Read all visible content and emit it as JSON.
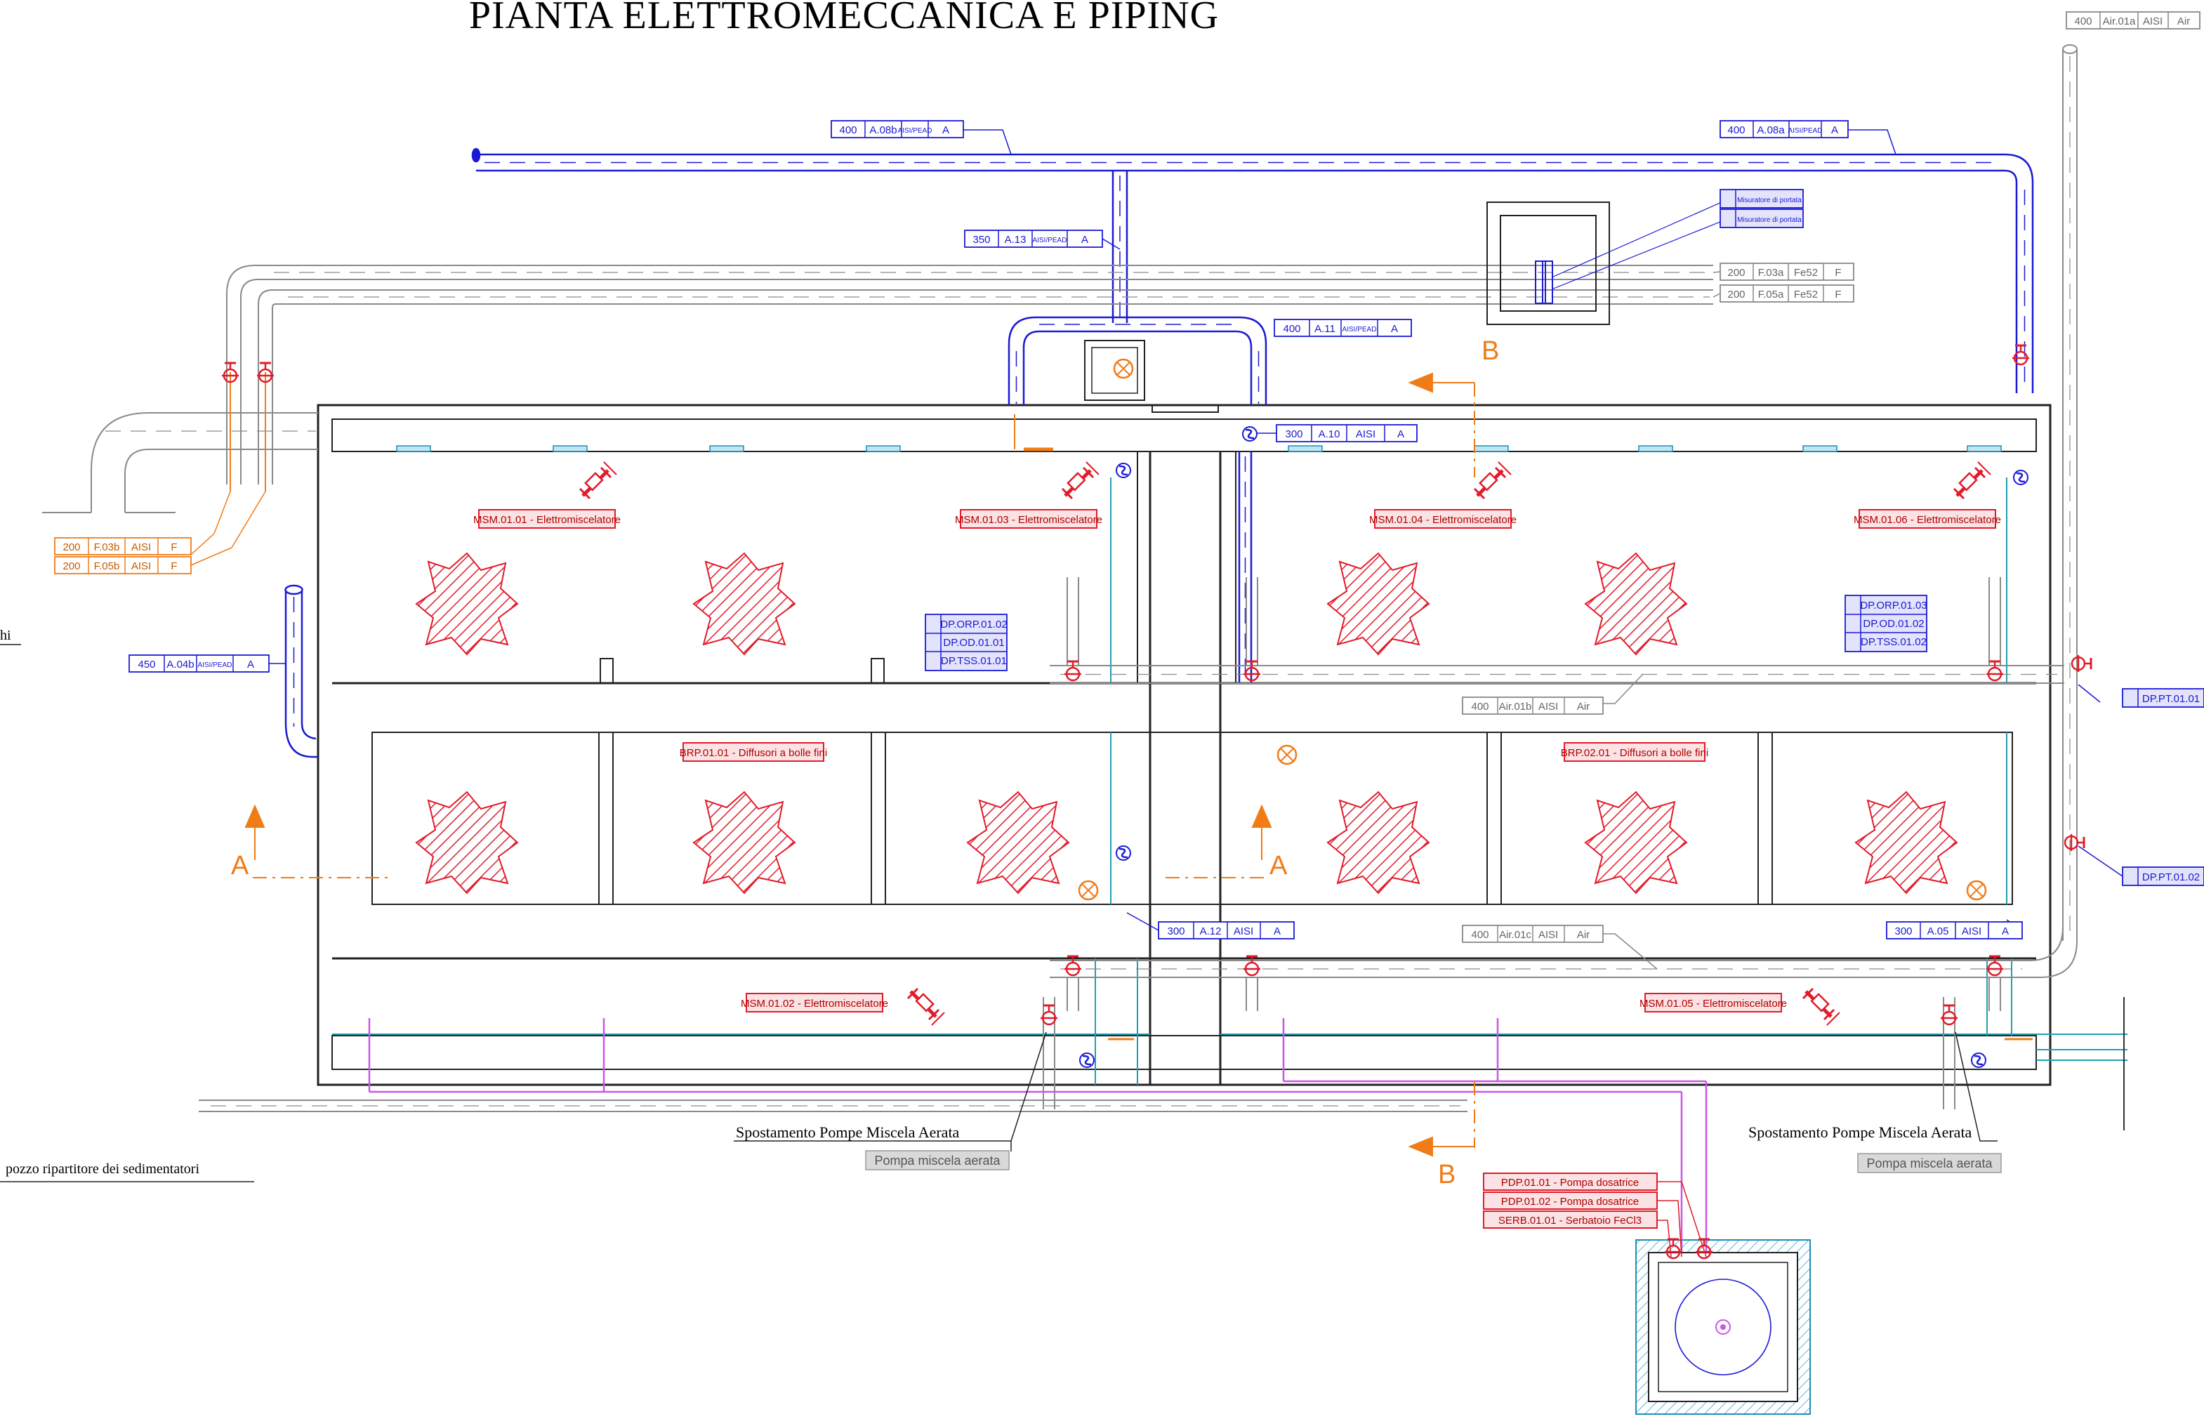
{
  "title": "PIANTA ELETTROMECCANICA E PIPING",
  "colors": {
    "pipe_blue": "#1a1ad6",
    "pipe_gray": "#9a9a9a",
    "equipment_red": "#e11b2a",
    "section_orange": "#f07c18",
    "dosing_violet": "#cc55e8",
    "hatch_cyan": "#33a6cf",
    "tank_cyan": "#1fa0b0"
  },
  "pipe_tags": {
    "a08b": {
      "dn": "400",
      "code": "A.08b",
      "mat": "AISI/PEAD",
      "fluid": "A"
    },
    "a08a": {
      "dn": "400",
      "code": "A.08a",
      "mat": "AISI/PEAD",
      "fluid": "A"
    },
    "air01a": {
      "dn": "400",
      "code": "Air.01a",
      "mat": "AISI",
      "fluid": "Air"
    },
    "a13": {
      "dn": "350",
      "code": "A.13",
      "mat": "AISI/PEAD",
      "fluid": "A"
    },
    "a11": {
      "dn": "400",
      "code": "A.11",
      "mat": "AISI/PEAD",
      "fluid": "A"
    },
    "f03a": {
      "dn": "200",
      "code": "F.03a",
      "mat": "Fe52",
      "fluid": "F"
    },
    "f05a": {
      "dn": "200",
      "code": "F.05a",
      "mat": "Fe52",
      "fluid": "F"
    },
    "a10": {
      "dn": "300",
      "code": "A.10",
      "mat": "AISI",
      "fluid": "A"
    },
    "f03b": {
      "dn": "200",
      "code": "F.03b",
      "mat": "AISI",
      "fluid": "F"
    },
    "f05b": {
      "dn": "200",
      "code": "F.05b",
      "mat": "AISI",
      "fluid": "F"
    },
    "a04b": {
      "dn": "450",
      "code": "A.04b",
      "mat": "AISI/PEAD",
      "fluid": "A"
    },
    "air01b": {
      "dn": "400",
      "code": "Air.01b",
      "mat": "AISI",
      "fluid": "Air"
    },
    "air01c": {
      "dn": "400",
      "code": "Air.01c",
      "mat": "AISI",
      "fluid": "Air"
    },
    "a12": {
      "dn": "300",
      "code": "A.12",
      "mat": "AISI",
      "fluid": "A"
    },
    "a05": {
      "dn": "300",
      "code": "A.05",
      "mat": "AISI",
      "fluid": "A"
    }
  },
  "equipment_labels": {
    "msm0101": "MSM.01.01 - Elettromiscelatore",
    "msm0103": "MSM.01.03 - Elettromiscelatore",
    "msm0104": "MSM.01.04 - Elettromiscelatore",
    "msm0106": "MSM.01.06 - Elettromiscelatore",
    "msm0102": "MSM.01.02 - Elettromiscelatore",
    "msm0105": "MSM.01.05 - Elettromiscelatore",
    "brp0101": "BRP.01.01 - Diffusori a bolle fini",
    "brp0201": "BRP.02.01 - Diffusori a bolle fini",
    "pdp0101": "PDP.01.01 - Pompa dosatrice",
    "pdp0102": "PDP.01.02 - Pompa dosatrice",
    "serb0101": "SERB.01.01 - Serbatoio FeCl3"
  },
  "instrument_tags": {
    "left": [
      "DP.ORP.01.02",
      "DP.OD.01.01",
      "DP.TSS.01.01"
    ],
    "right": [
      "DP.ORP.01.03",
      "DP.OD.01.02",
      "DP.TSS.01.02"
    ],
    "pt01": "DP.PT.01.01",
    "pt02": "DP.PT.01.02"
  },
  "flowmeters": [
    "Misuratore di portata",
    "Misuratore di portata"
  ],
  "sections": {
    "a": "A",
    "b": "B"
  },
  "notes": {
    "pumps_moved": "Spostamento Pompe Miscela Aerata",
    "pump_tag": "Pompa miscela aerata",
    "clarifier_note": "pozzo ripartitore dei sedimentatori",
    "cut_note": "hi"
  }
}
